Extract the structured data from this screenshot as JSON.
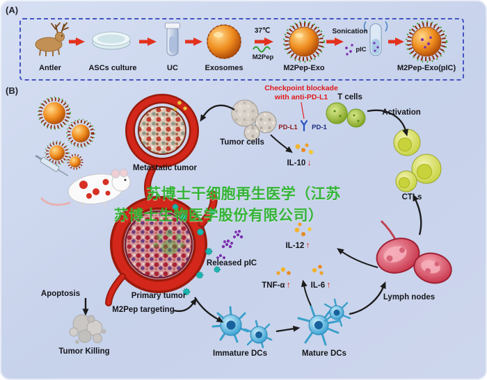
{
  "figure": {
    "panelA": {
      "label": "(A)",
      "steps": {
        "antler": "Antler",
        "ascs_culture": "ASCs culture",
        "uc": "UC",
        "exosomes": "Exosomes",
        "m2pep_exo": "M2Pep-Exo",
        "m2pep_exo_pic": "M2Pep-Exo(pIC)"
      },
      "annotations": {
        "temperature": "37℃",
        "m2pep": "M2Pep",
        "sonication": "Sonication",
        "pic": "pIC"
      }
    },
    "panelB": {
      "label": "(B)",
      "checkpoint": {
        "line1": "Checkpoint blockade",
        "line2": "with anti-PD-L1"
      },
      "receptors": {
        "pdl1": "PD-L1",
        "pd1": "PD-1"
      },
      "labels": {
        "tumor_cells": "Tumor cells",
        "t_cells": "T cells",
        "activation": "Activation",
        "ctls": "CTLs",
        "metastatic_tumor": "Metastatic tumor",
        "primary_tumor": "Primary tumor",
        "m2pep_targeting": "M2Pep targeting",
        "apoptosis": "Apoptosis",
        "tumor_killing": "Tumor Killing",
        "released_pic": "Released pIC",
        "immature_dcs": "Immature DCs",
        "mature_dcs": "Mature DCs",
        "lymph_nodes": "Lymph nodes"
      },
      "cytokines": {
        "il10": {
          "name": "IL-10",
          "direction": "↓"
        },
        "il12": {
          "name": "IL-12",
          "direction": "↑"
        },
        "tnfa": {
          "name": "TNF-α",
          "direction": "↑"
        },
        "il6": {
          "name": "IL-6",
          "direction": "↑"
        }
      },
      "watermark": {
        "line1": "苏博士干细胞再生医学（江苏",
        "line2": "苏博士生物医学股份有限公司）"
      }
    },
    "colors": {
      "background": "#ccd7ee",
      "arrow_red": "#e3311d",
      "checkpoint_red": "#e01818",
      "watermark_green": "#2db32d",
      "panel_border_blue": "#4353c2"
    }
  }
}
